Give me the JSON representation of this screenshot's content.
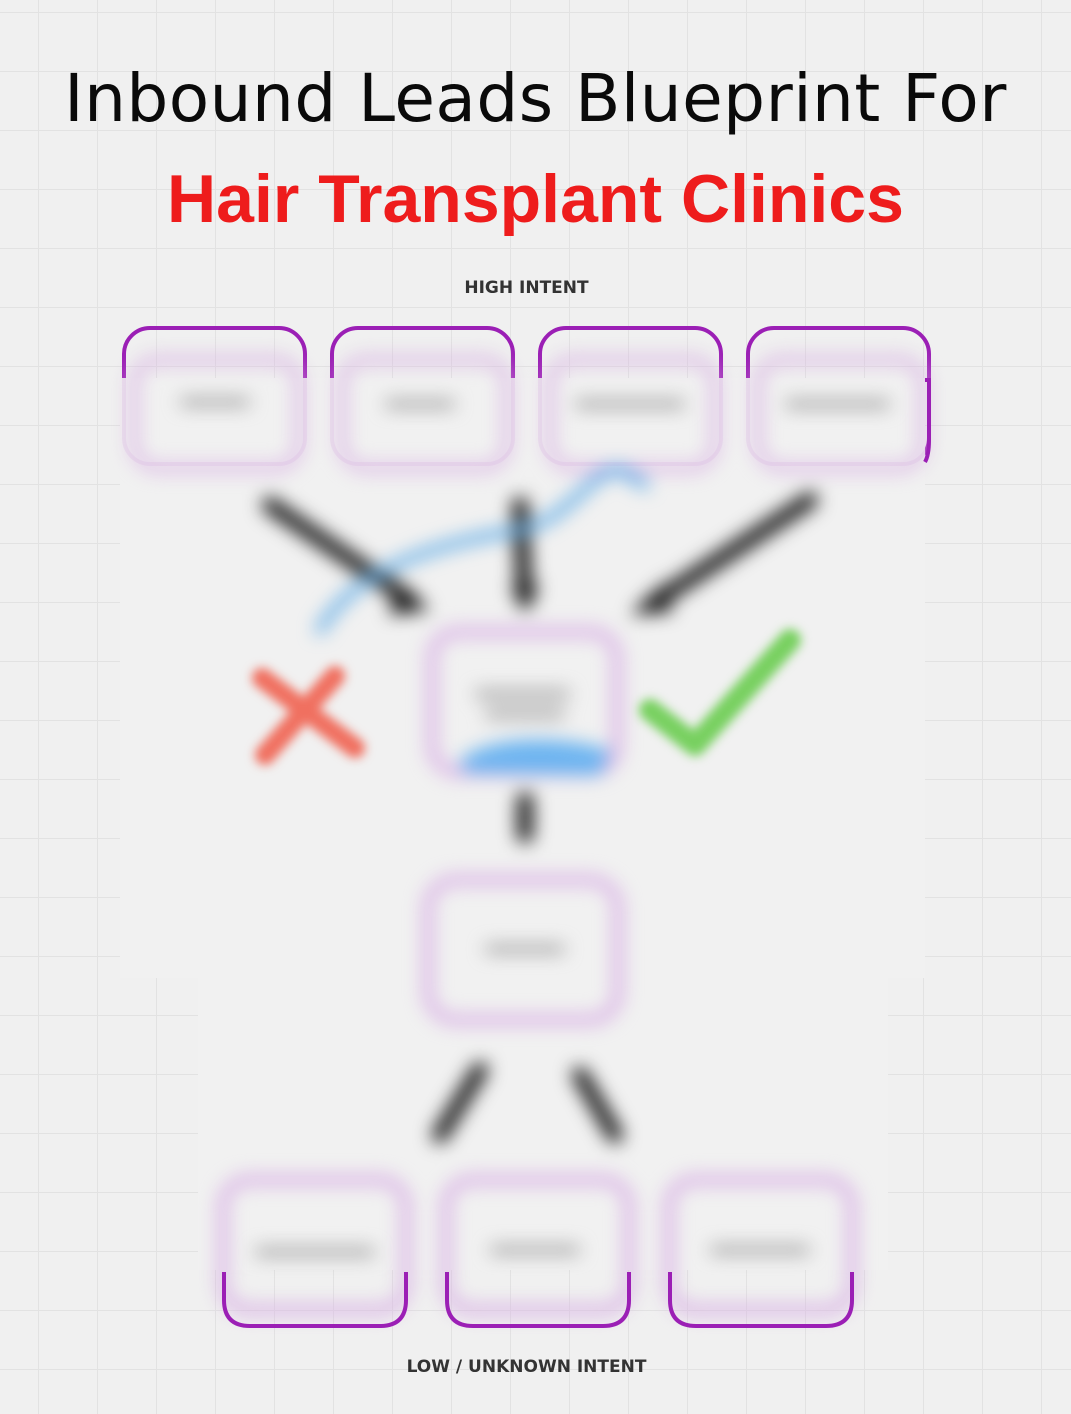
{
  "title": {
    "line1": "Inbound Leads Blueprint For",
    "line2": "Hair Transplant Clinics"
  },
  "labels": {
    "top": "HIGH INTENT",
    "bottom": "LOW / UNKNOWN INTENT"
  },
  "colors": {
    "accent_red": "#ee1c1c",
    "node_border": "#9b1fb5",
    "node_border_faded": "#c98fd8",
    "arrow_blue": "#5aa9e6",
    "cross_red": "#f07060",
    "check_green": "#78d060"
  },
  "nodes": {
    "top": [
      "",
      "",
      "",
      ""
    ],
    "center": "",
    "middle": "",
    "bottom": [
      "",
      "",
      ""
    ]
  },
  "icons": {
    "reject": "cross-icon",
    "approve": "check-icon"
  }
}
